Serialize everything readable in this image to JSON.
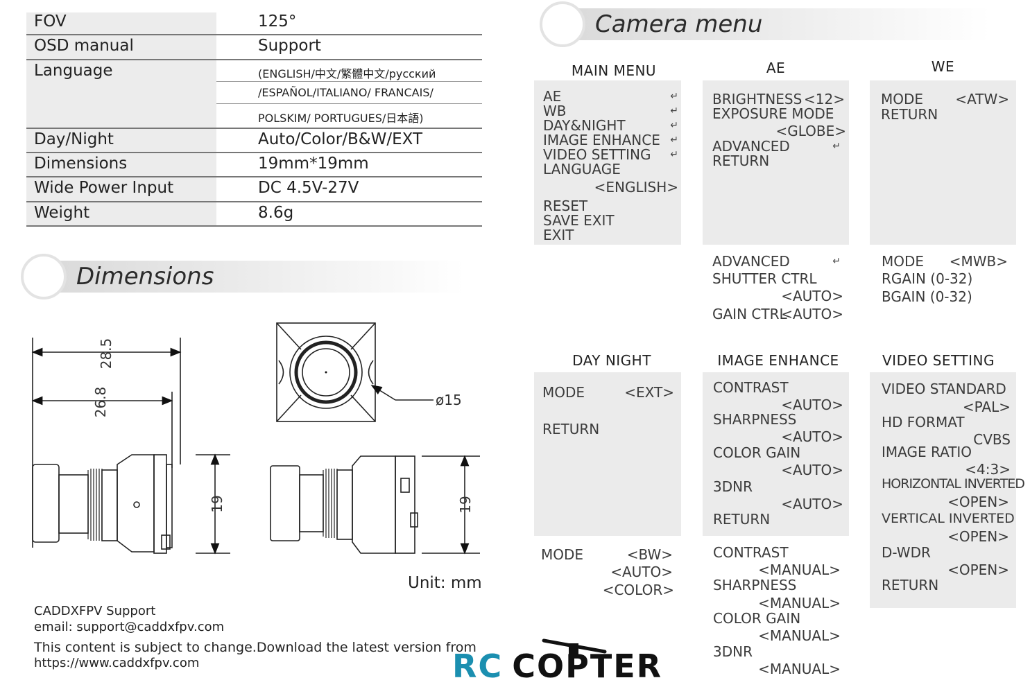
{
  "specs": [
    {
      "label": "FOV",
      "value": "125°"
    },
    {
      "label": "OSD manual",
      "value": "Support"
    },
    {
      "label": "Language",
      "value": "(ENGLISH/中文/繁體中文/русский"
    },
    {
      "label": "",
      "value": "/ESPAÑOL/ITALIANO/ FRANCAIS/"
    },
    {
      "label": "",
      "value": "POLSKIM/ PORTUGUES/日本語)"
    },
    {
      "label": "Day/Night",
      "value": "Auto/Color/B&W/EXT"
    },
    {
      "label": "Dimensions",
      "value": "19mm*19mm"
    },
    {
      "label": "Wide Power Input",
      "value": "DC 4.5V-27V"
    },
    {
      "label": "Weight",
      "value": "8.6g"
    }
  ],
  "dimensions": {
    "title": "Dimensions",
    "dim_285": "28.5",
    "dim_268": "26.8",
    "dim_19_left": "19",
    "dim_19_right": "19",
    "dim_phi15": "ø15",
    "unit": "Unit: mm"
  },
  "camera_menu": {
    "title": "Camera menu",
    "main_menu": {
      "title": "MAIN MENU",
      "items": [
        "AE",
        "WB",
        "DAY&NIGHT",
        "IMAGE ENHANCE",
        "VIDEO SETTING",
        "LANGUAGE",
        "<ENGLISH>",
        "RESET",
        "SAVE EXIT",
        "EXIT"
      ],
      "enter_symbol": "↵"
    },
    "ae": {
      "title": "AE",
      "brightness": "BRIGHTNESS",
      "brightness_val": "<12>",
      "exposure_mode": "EXPOSURE MODE",
      "exposure_val": "<GLOBE>",
      "advanced": "ADVANCED",
      "return": "RETURN",
      "sub_advanced": "ADVANCED",
      "shutter": "SHUTTER CTRL",
      "shutter_val": "<AUTO>",
      "gain": "GAIN CTRL",
      "gain_val": "<AUTO>"
    },
    "we": {
      "title": "WE",
      "mode": "MODE",
      "mode_val": "<ATW>",
      "return": "RETURN",
      "sub_mode": "MODE",
      "sub_mode_val": "<MWB>",
      "rgain": "RGAIN (0-32)",
      "bgain": "BGAIN (0-32)"
    },
    "day_night": {
      "title": "DAY  NIGHT",
      "mode": "MODE",
      "mode_val": "<EXT>",
      "return": "RETURN",
      "sub_mode": "MODE",
      "sub_vals": [
        "<BW>",
        "<AUTO>",
        "<COLOR>"
      ]
    },
    "image_enhance": {
      "title": "IMAGE ENHANCE",
      "items": [
        "CONTRAST",
        "<AUTO>",
        "SHARPNESS",
        "<AUTO>",
        "COLOR GAIN",
        "<AUTO>",
        "3DNR",
        "<AUTO>",
        "RETURN"
      ],
      "sub_items": [
        "CONTRAST",
        "<MANUAL>",
        "SHARPNESS",
        "<MANUAL>",
        "COLOR GAIN",
        "<MANUAL>",
        "3DNR",
        "<MANUAL>"
      ]
    },
    "video_setting": {
      "title": "VIDEO SETTING",
      "items": [
        "VIDEO STANDARD",
        "<PAL>",
        "HD FORMAT",
        "CVBS",
        "IMAGE RATIO",
        "<4:3>",
        "HORIZONTAL INVERTED",
        "<OPEN>",
        "VERTICAL INVERTED",
        "<OPEN>",
        "D-WDR",
        "<OPEN>",
        "RETURN"
      ]
    }
  },
  "footer": {
    "support": "CADDXFPV Support",
    "email": "email: support@caddxfpv.com",
    "notice": "This content is subject to change.Download the latest version from",
    "url": "https://www.caddxfpv.com"
  },
  "logo": {
    "rc": "RC",
    "copter": "COPTER"
  }
}
